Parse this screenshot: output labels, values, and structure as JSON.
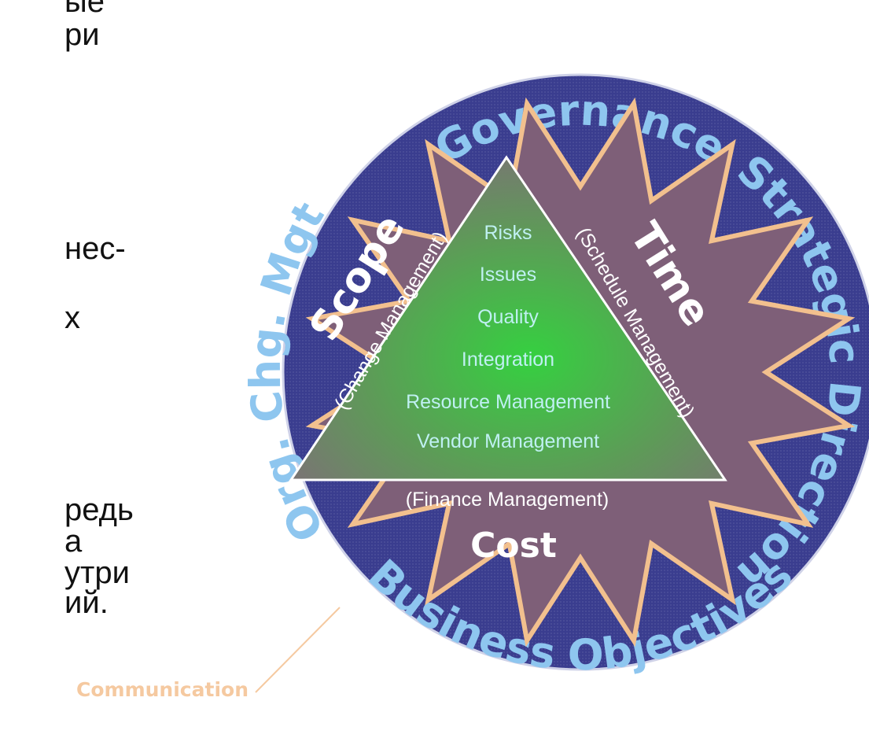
{
  "left_fragments": [
    "ые",
    "ри",
    "нес-",
    "х",
    "редь",
    "а",
    "утри",
    "ий."
  ],
  "ring": {
    "top": "Governance",
    "right": "Strategic Direction",
    "bottom": "Business Objectives",
    "left": "Org. Chg. Mgt"
  },
  "axes": {
    "scope": {
      "title": "Scope",
      "subtitle": "(Change Management)"
    },
    "time": {
      "title": "Time",
      "subtitle": "(Schedule Management)"
    },
    "cost": {
      "title": "Cost",
      "subtitle": "(Finance Management)"
    }
  },
  "center_items": [
    "Risks",
    "Issues",
    "Quality",
    "Integration",
    "Resource Management",
    "Vendor Management"
  ],
  "callout": "Communication",
  "colors": {
    "ring": "#3a3d8f",
    "ring_text": "#8ec6ef",
    "star_fill": "#7e5f78",
    "star_outline": "#f2c08e",
    "triangle_center": "#35d040",
    "center_text": "#bff0f2",
    "white": "#ffffff",
    "callout": "#f5c9a0"
  }
}
